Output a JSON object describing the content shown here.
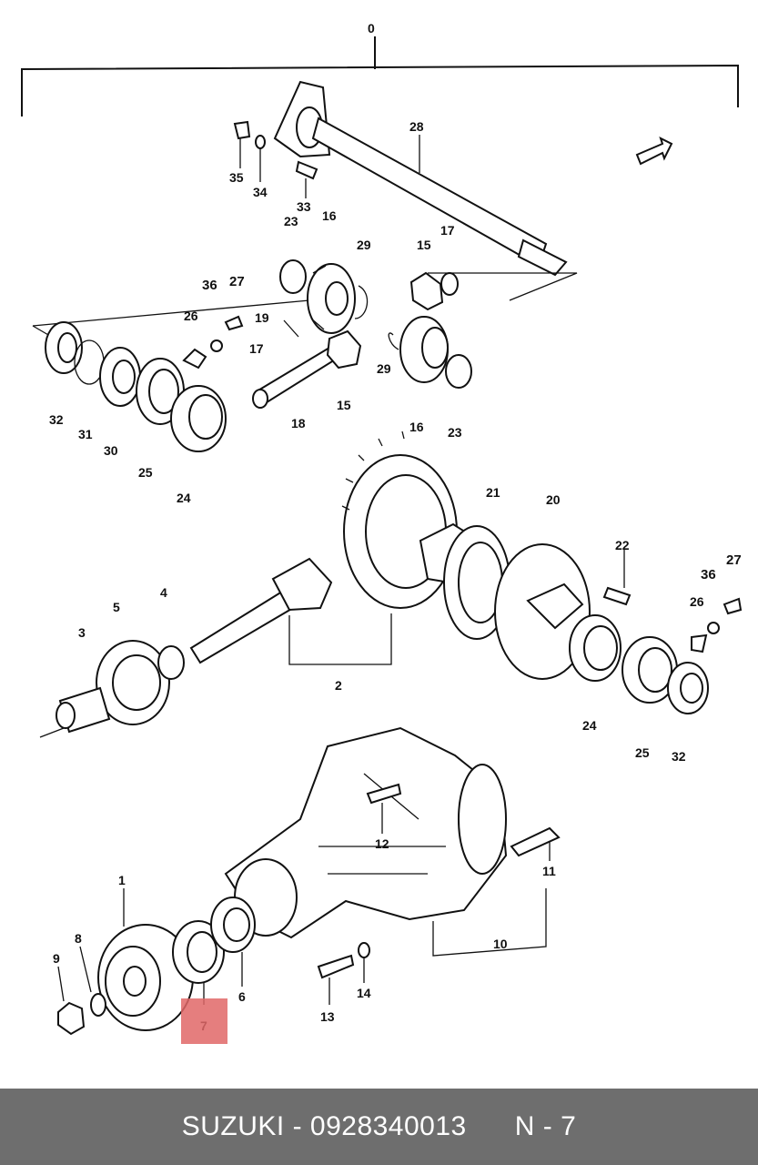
{
  "diagram": {
    "labels": [
      "0",
      "35",
      "34",
      "33",
      "28",
      "23",
      "16",
      "29",
      "15",
      "17",
      "36",
      "27",
      "26",
      "19",
      "17",
      "18",
      "15",
      "29",
      "16",
      "23",
      "32",
      "31",
      "30",
      "25",
      "24",
      "21",
      "20",
      "22",
      "27",
      "36",
      "26",
      "5",
      "4",
      "3",
      "2",
      "24",
      "25",
      "32",
      "12",
      "11",
      "1",
      "8",
      "9",
      "7",
      "6",
      "13",
      "14",
      "10"
    ]
  },
  "highlight": {
    "part_number": "7",
    "color": "#e06767"
  },
  "footer": {
    "text": "SUZUKI - 0928340013      N - 7",
    "background": "#6e6e6e"
  }
}
